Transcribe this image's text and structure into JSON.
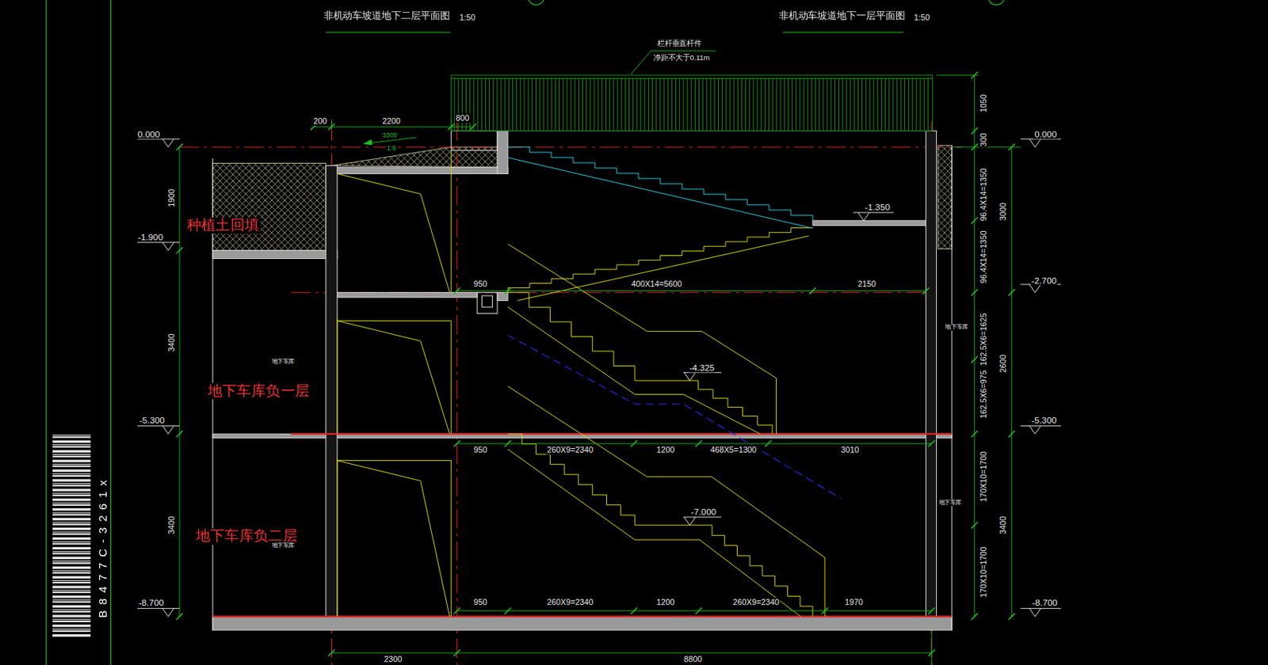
{
  "diagram": {
    "labels": [
      "非机动车坡道地下二层平面图",
      "1:50",
      "非机动车坡道地下一层平面图",
      "1:50",
      "栏杆垂直杆件",
      "净距不大于0.11m",
      "0.000",
      "200",
      "2200",
      "800",
      "3300",
      "1:8",
      "1050",
      "0.000",
      "300",
      "1900",
      "96.4X14=1350",
      "3000",
      "-1.350",
      "种植土回填",
      "-1.900",
      "96.4X14=1350",
      "-2.700",
      "950",
      "400X14=5600",
      "2150",
      "地下车库",
      "162.5X6=1625",
      "3400",
      "地下车库",
      "2600",
      "-4.325",
      "地下车库负一层",
      "162.5X6=975",
      "-5.300",
      "-5.300",
      "950",
      "260X9=2340",
      "1200",
      "468X5=1300",
      "3010",
      "170X10=1700",
      "地下车库",
      "-7.000",
      "3400",
      "3400",
      "地下车库负二层",
      "地下车库",
      "170X10=1700",
      "-8.700",
      "950",
      "260X9=2340",
      "1200",
      "260X9=2340",
      "1970",
      "-8.700",
      "2300",
      "8800",
      "B8477C-3261x"
    ]
  }
}
